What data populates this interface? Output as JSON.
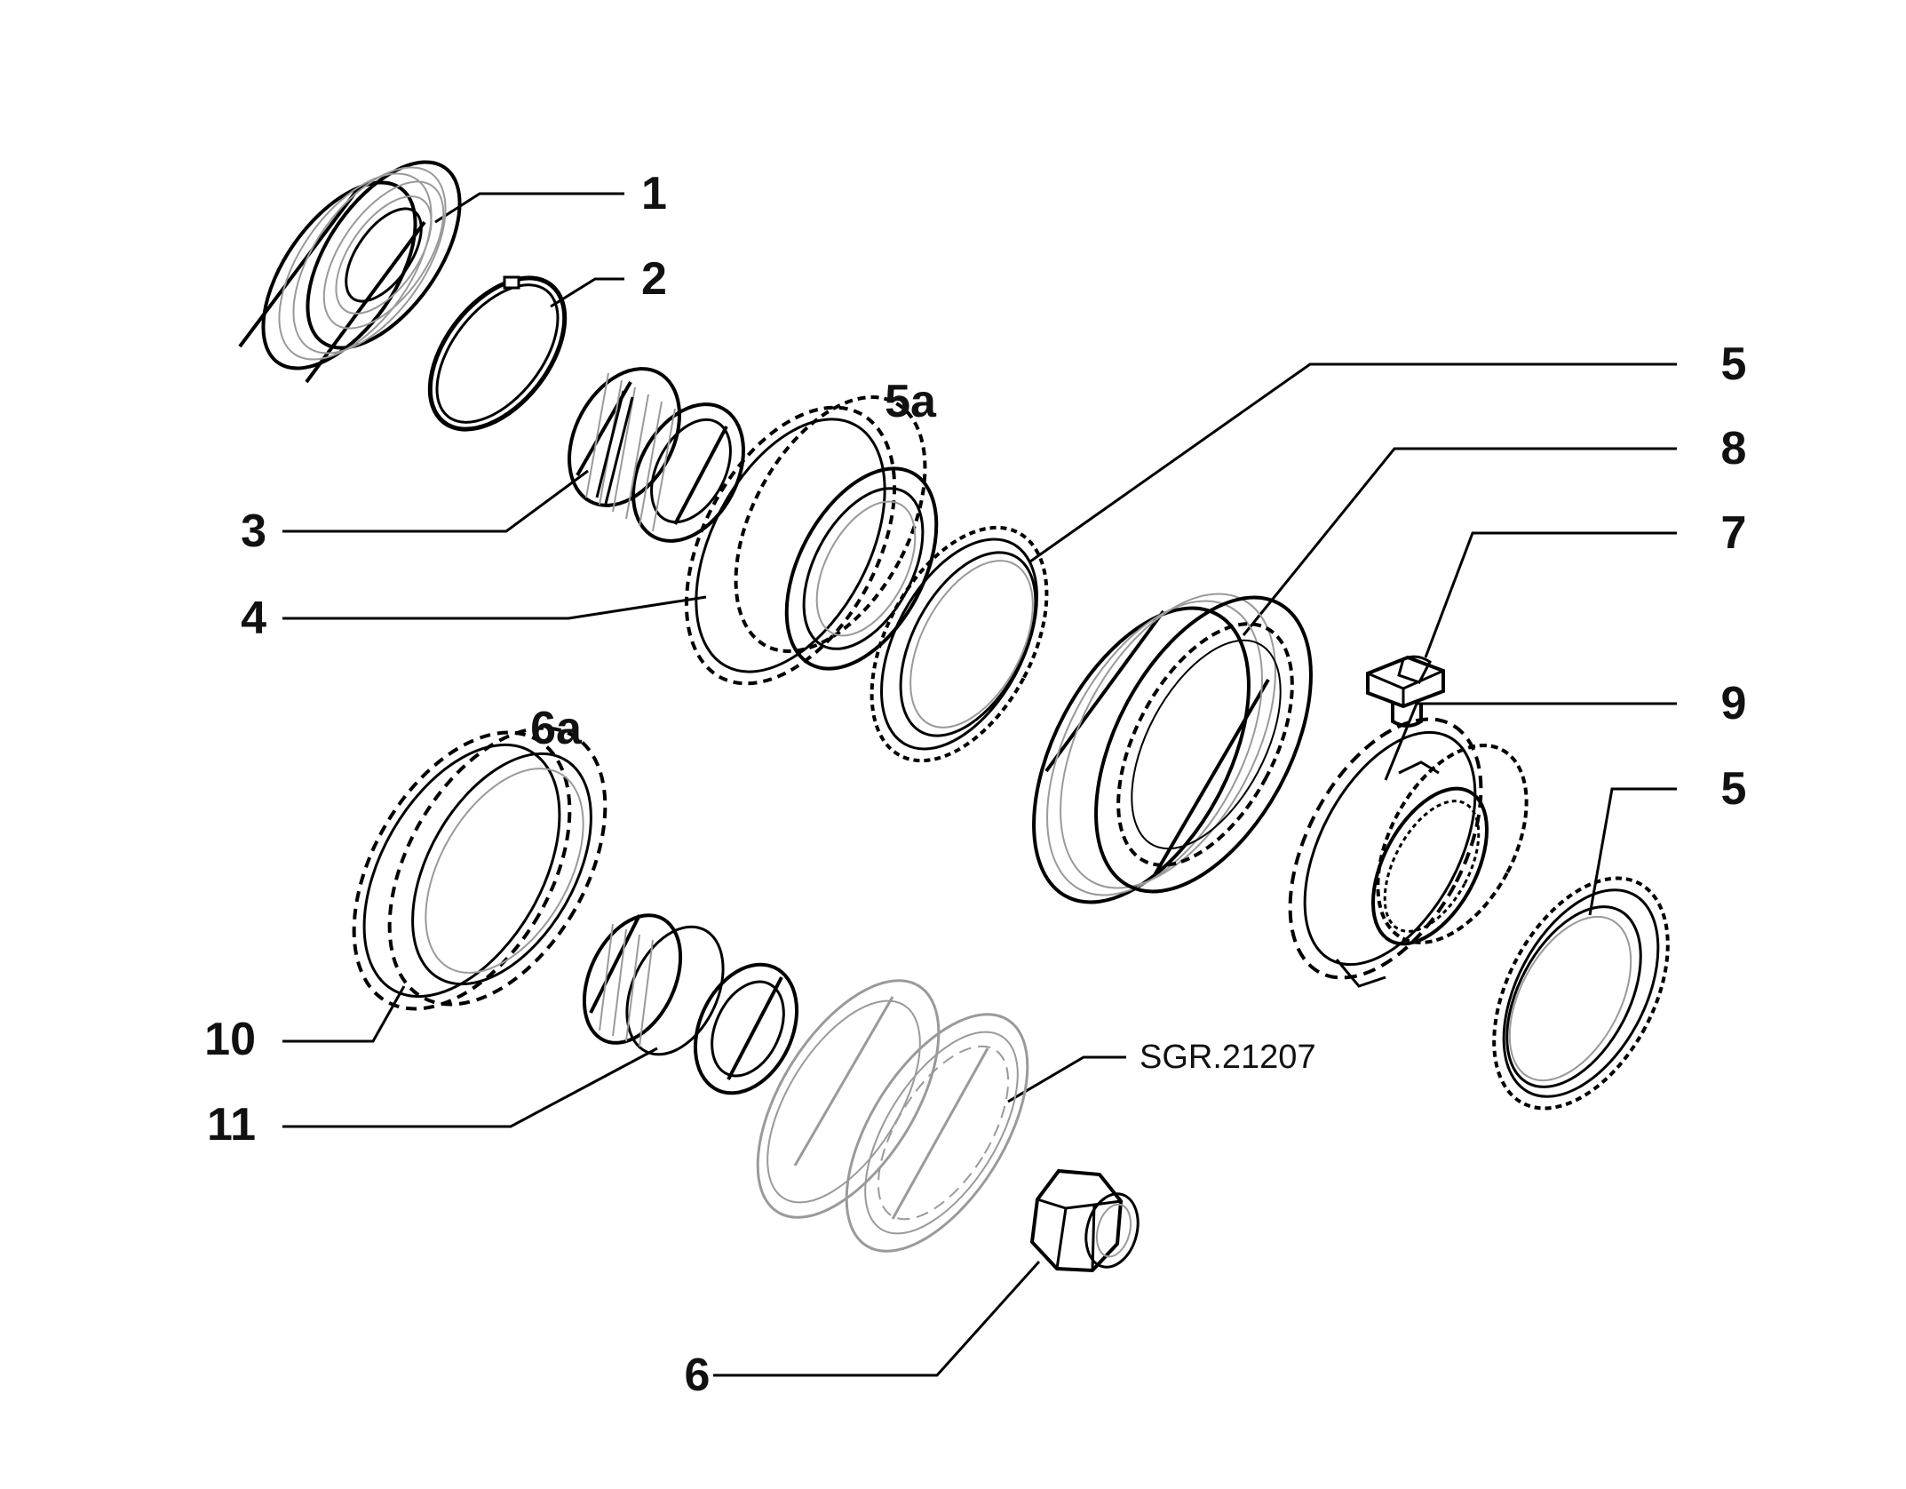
{
  "diagram": {
    "drawing_ref": "SGR.21207",
    "callouts": [
      {
        "id": "c1",
        "label": "1"
      },
      {
        "id": "c2",
        "label": "2"
      },
      {
        "id": "c3",
        "label": "3"
      },
      {
        "id": "c4",
        "label": "4"
      },
      {
        "id": "c5a",
        "label": "5a"
      },
      {
        "id": "c5-top",
        "label": "5"
      },
      {
        "id": "c8",
        "label": "8"
      },
      {
        "id": "c7",
        "label": "7"
      },
      {
        "id": "c9",
        "label": "9"
      },
      {
        "id": "c5-bottom",
        "label": "5"
      },
      {
        "id": "c6a",
        "label": "6a"
      },
      {
        "id": "c10",
        "label": "10"
      },
      {
        "id": "c11",
        "label": "11"
      },
      {
        "id": "c6",
        "label": "6"
      }
    ],
    "parts": [
      {
        "callout": "1",
        "icon": "ball-bearing-icon"
      },
      {
        "callout": "2",
        "icon": "snap-ring-icon"
      },
      {
        "callout": "3",
        "icon": "needle-bearing-icon"
      },
      {
        "callout": "4",
        "icon": "gear-icon"
      },
      {
        "callout": "5",
        "icon": "synchronizer-ring-icon"
      },
      {
        "callout": "8",
        "icon": "sliding-sleeve-icon"
      },
      {
        "callout": "7",
        "icon": "detent-block-icon"
      },
      {
        "callout": "9",
        "icon": "synchronizer-hub-icon"
      },
      {
        "callout": "10",
        "icon": "gear-icon"
      },
      {
        "callout": "11",
        "icon": "splined-bushing-icon"
      },
      {
        "callout": "6",
        "icon": "hex-nut-icon"
      }
    ]
  }
}
